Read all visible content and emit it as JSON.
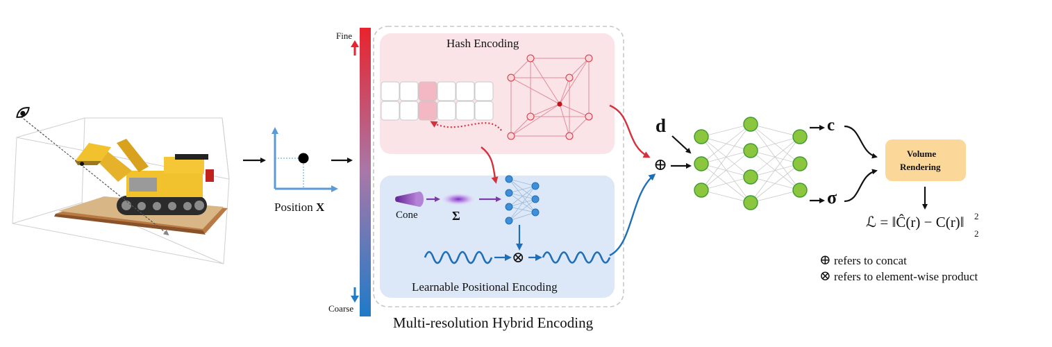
{
  "labels": {
    "fine": "Fine",
    "coarse": "Coarse",
    "position_prefix": "Position ",
    "position_var": "X",
    "hash_encoding": "Hash Encoding",
    "lpe": "Learnable Positional Encoding",
    "cone": "Cone",
    "sigma_sym": "Σ",
    "mhe_title": "Multi-resolution Hybrid Encoding",
    "d": "d",
    "concat_sym": "⊕",
    "c_out": "c",
    "sigma_out": "σ",
    "volume_rendering_line1": "Volume",
    "volume_rendering_line2": "Rendering",
    "loss_formula": "ℒ = ‖Ĉ(r) − C(r)‖",
    "loss_sup": "2",
    "loss_sub": "2",
    "legend_concat_sym": "⊕",
    "legend_concat_text": "refers to concat",
    "legend_product_sym": "⊗",
    "legend_product_text": "refers to element-wise product",
    "product_sym": "⊗"
  },
  "icons": {
    "eye": "eye-icon",
    "bulldozer": "bulldozer-scene-image",
    "cone": "cone-icon",
    "gaussian": "gaussian-blob-icon",
    "hash_cube": "hash-grid-cube-icon",
    "mlp": "mlp-network-icon"
  },
  "colors": {
    "fine_red": "#e8232d",
    "coarse_blue": "#1f7ac8",
    "hash_panel_bg": "#fbe4e8",
    "lpe_panel_bg": "#dce8f8",
    "hash_red": "#d6303a",
    "lpe_blue": "#1f6fb8",
    "mlp_green": "#8cc63f",
    "mlp_green_stroke": "#3c9a2e",
    "volume_box": "#fcd79a",
    "cone_purple": "#7a3da8",
    "axis_blue": "#5b9bd5"
  }
}
